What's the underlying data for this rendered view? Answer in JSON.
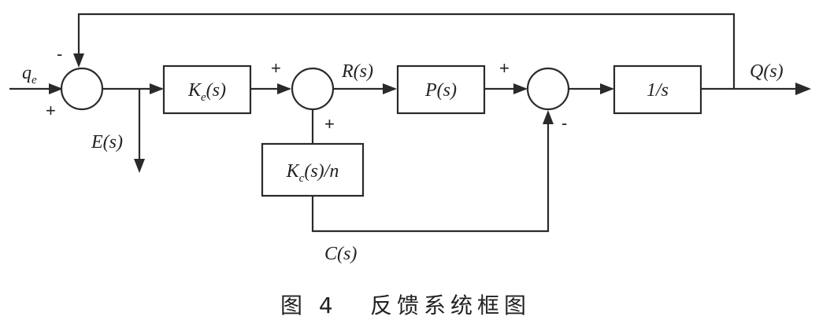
{
  "blocks": {
    "ke": {
      "main": "K",
      "sub": "e",
      "rest": "(s)"
    },
    "kc": {
      "main": "K",
      "sub": "c",
      "rest": "(s)/n"
    },
    "p": {
      "label": "P(s)"
    },
    "integrator": {
      "label": "1/s"
    }
  },
  "signals": {
    "input": {
      "main": "q",
      "sub": "e"
    },
    "error": "E(s)",
    "r": "R(s)",
    "c": "C(s)",
    "output": "Q(s)"
  },
  "signs": {
    "sum1_feedback": "-",
    "sum1_input": "+",
    "sum2_forward": "+",
    "sum2_bottom": "+",
    "sum3_forward": "+",
    "sum3_bottom": "-"
  },
  "caption": {
    "number": "图 4",
    "title": "反馈系统框图"
  }
}
